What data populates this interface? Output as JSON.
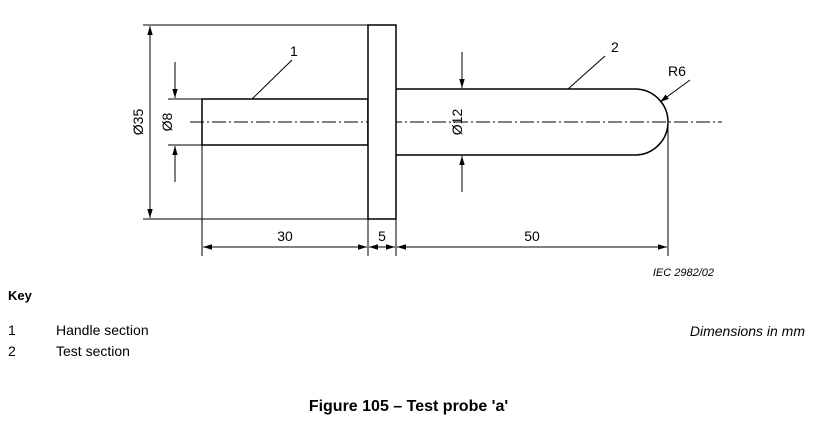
{
  "drawing": {
    "dimensions": {
      "flange_diameter": "Ø35",
      "handle_diameter": "Ø8",
      "test_diameter": "Ø12",
      "tip_radius": "R6",
      "handle_length": "30",
      "flange_thickness": "5",
      "test_length": "50"
    },
    "callouts": {
      "handle": "1",
      "test": "2"
    },
    "reference": "IEC  2982/02"
  },
  "key": {
    "title": "Key",
    "items": [
      {
        "num": "1",
        "label": "Handle section"
      },
      {
        "num": "2",
        "label": "Test section"
      }
    ]
  },
  "units_note": "Dimensions in mm",
  "caption": "Figure 105 – Test probe  'a'"
}
